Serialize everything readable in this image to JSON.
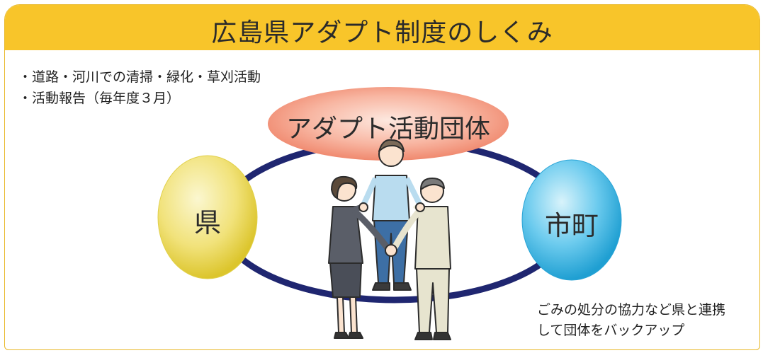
{
  "title": "広島県アダプト制度のしくみ",
  "activities": [
    "・道路・河川での清掃・緑化・草刈活動",
    "・活動報告（毎年度３月）"
  ],
  "nodes": {
    "group": "アダプト活動団体",
    "prefecture": "県",
    "municipality": "市町"
  },
  "municipality_note": [
    "ごみの処分の協力など県と連携",
    "して団体をバックアップ"
  ],
  "colors": {
    "title_bar": "#f8c52a",
    "ring": "#1f2670",
    "group_node": "#f59a84",
    "prefecture_node": "#ecdc55",
    "municipality_node": "#38b4e0"
  },
  "illustration": "three-people-holding-hands-icon"
}
